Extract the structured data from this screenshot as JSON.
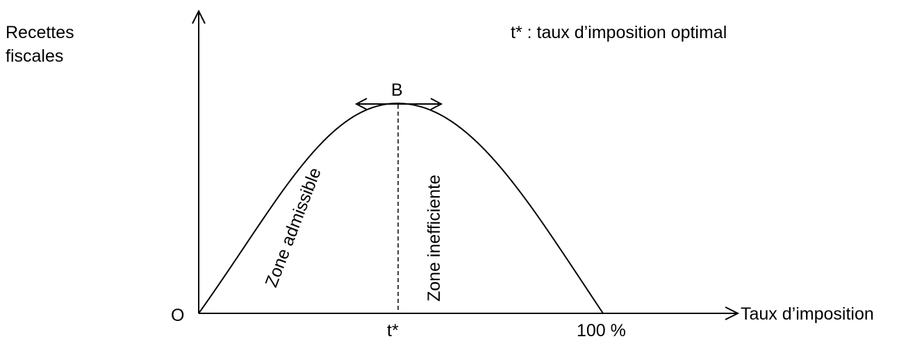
{
  "diagram": {
    "y_axis_label_line1": "Recettes",
    "y_axis_label_line2": "fiscales",
    "legend_note": "t* : taux d’imposition optimal",
    "peak_label": "B",
    "origin_label": "O",
    "x_axis_label": "Taux d’imposition",
    "optimal_rate_tick": "t*",
    "full_rate_tick": "100 %",
    "left_zone_label": "Zone admissible",
    "right_zone_label": "Zone inefficiente",
    "line_color": "#000000",
    "background_color": "#ffffff"
  }
}
